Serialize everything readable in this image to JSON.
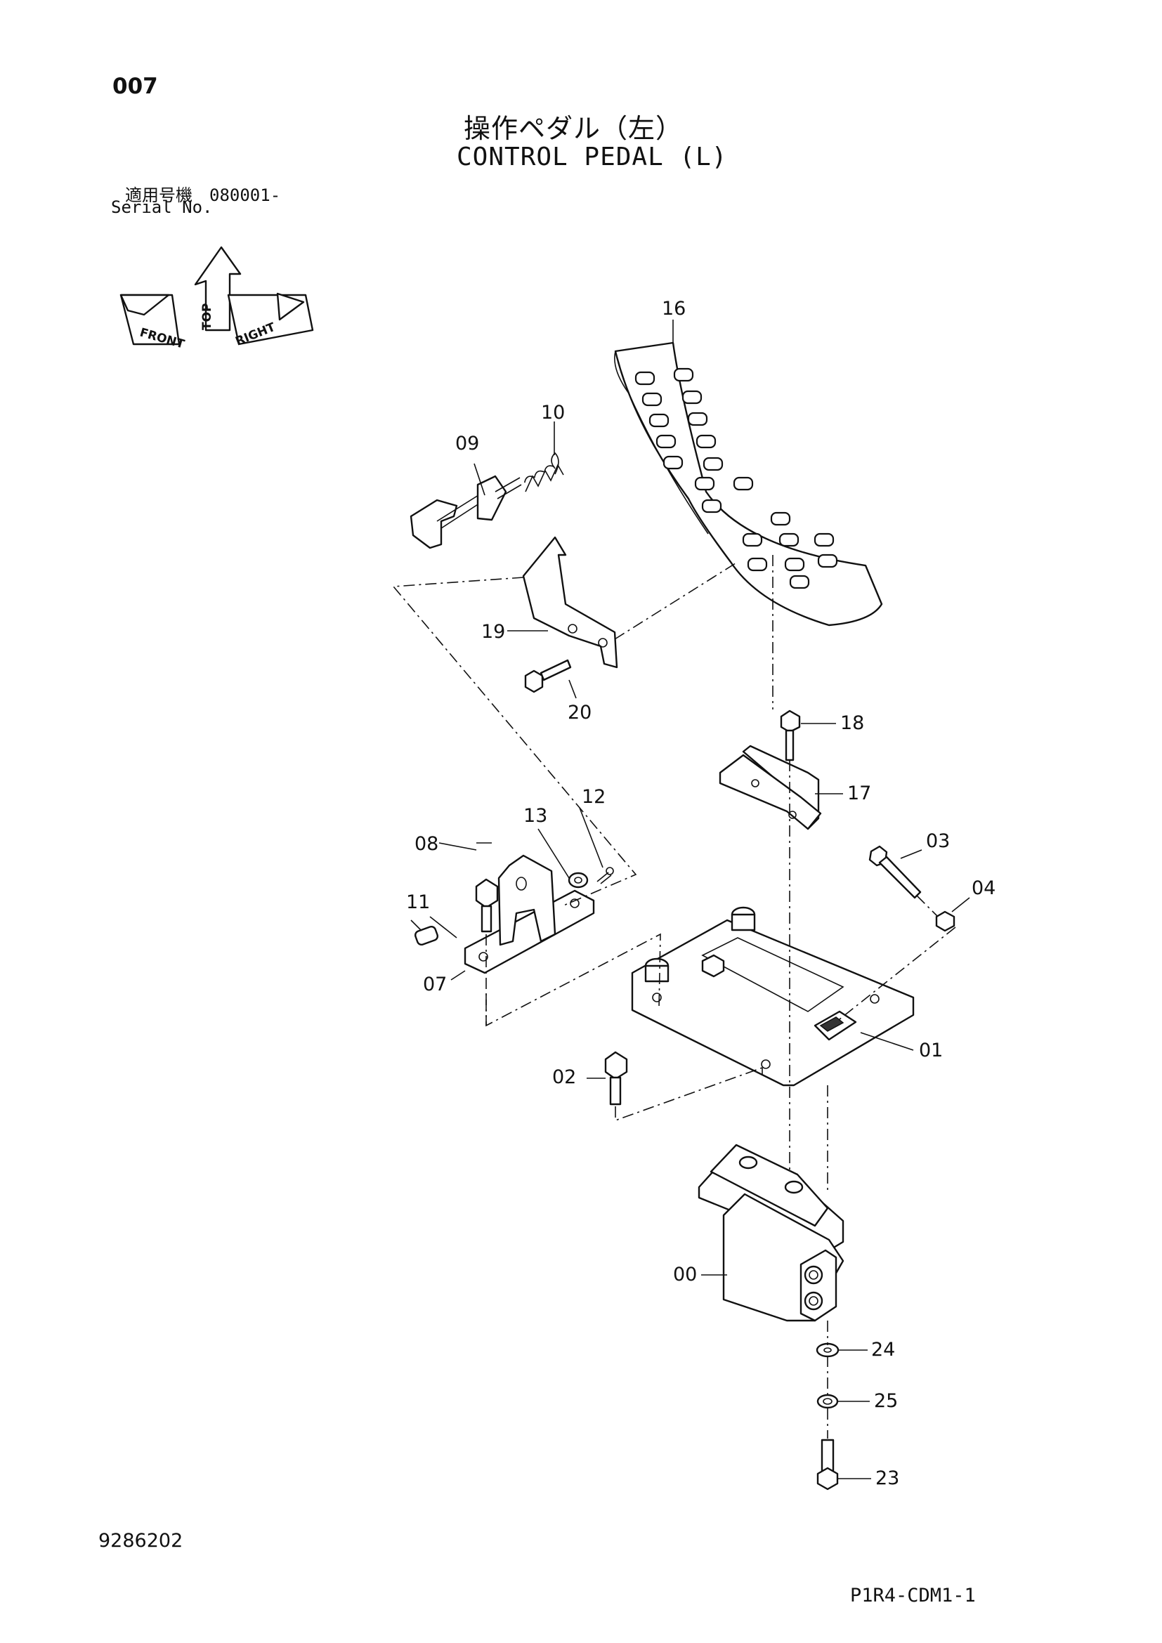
{
  "header": {
    "page_number": "007",
    "title_jp": "操作ペダル（左）",
    "title_en": "CONTROL PEDAL (L)",
    "serial_label_jp": "適用号機　080001-",
    "serial_label_en": "Serial No."
  },
  "orientation": {
    "top": "TOP",
    "front": "FRONT",
    "right": "RIGHT"
  },
  "callouts": {
    "p00": "00",
    "p01": "01",
    "p02": "02",
    "p03": "03",
    "p04": "04",
    "p07": "07",
    "p08": "08",
    "p09": "09",
    "p10": "10",
    "p11": "11",
    "p12": "12",
    "p13": "13",
    "p16": "16",
    "p17": "17",
    "p18": "18",
    "p19": "19",
    "p20": "20",
    "p23": "23",
    "p24": "24",
    "p25": "25"
  },
  "footer": {
    "drawing_number": "9286202",
    "page_code": "P1R4-CDM1-1"
  }
}
